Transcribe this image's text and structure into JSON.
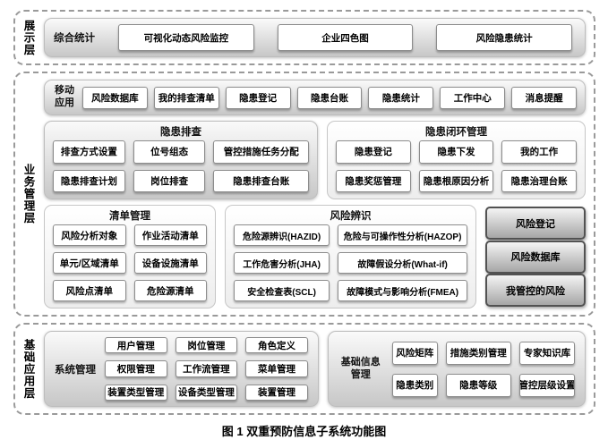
{
  "figure": {
    "caption": "图 1 双重预防信息子系统功能图"
  },
  "layers": {
    "display": {
      "label": "展示层",
      "group": {
        "label": "综合统计",
        "items": [
          "可视化动态风险监控",
          "企业四色图",
          "风险隐患统计"
        ]
      }
    },
    "business": {
      "label": "业务管理层",
      "mobile": {
        "label": "移动应用",
        "items": [
          "风险数据库",
          "我的排查清单",
          "隐患登记",
          "隐患台账",
          "隐患统计",
          "工作中心",
          "消息提醒"
        ]
      },
      "hazard_inspection": {
        "title": "隐患排查",
        "items": [
          "排查方式设置",
          "位号组态",
          "管控措施任务分配",
          "隐患排查计划",
          "岗位排查",
          "隐患排查台账"
        ]
      },
      "hazard_closed_loop": {
        "title": "隐患闭环管理",
        "items": [
          "隐患登记",
          "隐患下发",
          "我的工作",
          "隐患奖惩管理",
          "隐患根原因分析",
          "隐患治理台账"
        ]
      },
      "list_management": {
        "title": "清单管理",
        "items": [
          "风险分析对象",
          "作业活动清单",
          "单元/区域清单",
          "设备设施清单",
          "风险点清单",
          "危险源清单"
        ]
      },
      "risk_identification": {
        "title": "风险辨识",
        "items": [
          "危险源辨识(HAZID)",
          "危险与可操作性分析(HAZOP)",
          "工作危害分析(JHA)",
          "故障假设分析(What-if)",
          "安全检查表(SCL)",
          "故障模式与影响分析(FMEA)"
        ]
      },
      "highlights": [
        "风险登记",
        "风险数据库",
        "我管控的风险"
      ]
    },
    "foundation": {
      "label": "基础应用层",
      "system": {
        "label": "系统管理",
        "items": [
          "用户管理",
          "岗位管理",
          "角色定义",
          "权限管理",
          "工作流管理",
          "菜单管理",
          "装置类型管理",
          "设备类型管理",
          "装置管理"
        ]
      },
      "basic_info": {
        "label": "基础信息管理",
        "items": [
          "风险矩阵",
          "措施类别管理",
          "专家知识库",
          "隐患类别",
          "隐患等级",
          "管控层级设置"
        ]
      }
    }
  },
  "colors": {
    "dashed_border": "#9a9a9a",
    "panel_gradient_top": "#fafafa",
    "panel_gradient_bottom": "#c7c7c7",
    "box_border": "#8c8c8c",
    "highlight_border": "#525252",
    "text": "#000000"
  }
}
